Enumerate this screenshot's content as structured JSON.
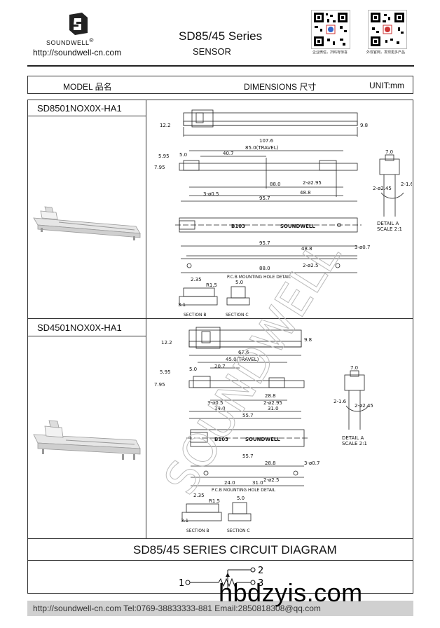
{
  "header": {
    "brand": "SOUNDWELL",
    "registered": "®",
    "url": "http://soundwell-cn.com",
    "series": "SD85/45 Series",
    "subtitle": "SENSOR",
    "qr_left_caption": "企业微信，扫码有惊喜",
    "qr_right_caption": "外观官网，发现更多产品"
  },
  "table_header": {
    "model": "MODEL 品名",
    "dimensions": "DIMENSIONS 尺寸",
    "unit": "UNIT:mm"
  },
  "models": [
    {
      "name": "SD8501NOX0X-HA1",
      "dims": {
        "overall": "107.6",
        "travel": "85.0(TRAVEL)",
        "d1": "40.7",
        "d2": "88.0",
        "d3": "48.8",
        "d4": "95.7",
        "hole1": "2-ø2.95",
        "hole2": "3-ø0.5",
        "h1": "12.2",
        "h2": "9.8",
        "h3": "7.95",
        "h4": "5.95",
        "w1": "5.0",
        "detail_w": "7.0",
        "detail_hole": "2-ø2.45",
        "detail_side": "2-1.6",
        "detail_label": "DETAIL A",
        "detail_scale": "SCALE 2:1",
        "pcb_95": "95.7",
        "pcb_488": "48.8",
        "pcb_88": "88.0",
        "pcb_hole": "2-ø2.5",
        "pcb_pin": "3-ø0.7",
        "pcb_label": "P.C.B MOUNTING HOLE DETAIL",
        "slider_left": "B103",
        "slider_right": "SOUNDWELL",
        "sec_b": "SECTION B",
        "sec_c": "SECTION C",
        "sb1": "2.35",
        "sb2": "R1.5",
        "sb3": "3.1",
        "sc1": "5.0"
      }
    },
    {
      "name": "SD4501NOX0X-HA1",
      "dims": {
        "overall": "67.6",
        "travel": "45.0(TRAVEL)",
        "d1": "20.7",
        "d2": "28.8",
        "d3": "31.0",
        "d4": "55.7",
        "d5": "24.0",
        "hole1": "2-ø2.95",
        "hole2": "3-ø0.5",
        "h1": "12.2",
        "h2": "9.8",
        "h3": "7.95",
        "h4": "5.95",
        "w1": "5.0",
        "detail_w": "7.0",
        "detail_hole": "2-ø2.45",
        "detail_side": "2-1.6",
        "detail_label": "DETAIL A",
        "detail_scale": "SCALE 2:1",
        "pcb_557": "55.7",
        "pcb_288": "28.8",
        "pcb_24": "24.0",
        "pcb_31": "31.0",
        "pcb_hole": "2-ø2.5",
        "pcb_pin": "3-ø0.7",
        "pcb_label": "P.C.B MOUNTING HOLE DETAIL",
        "slider_left": "B103",
        "slider_right": "SOUNDWELL",
        "sec_b": "SECTION B",
        "sec_c": "SECTION C",
        "sb1": "2.35",
        "sb2": "R1.5",
        "sb3": "3.1",
        "sc1": "5.0"
      }
    }
  ],
  "circuit": {
    "title": "SD85/45 SERIES CIRCUIT DIAGRAM",
    "pin1": "1",
    "pin2": "2",
    "pin3": "3"
  },
  "footer": {
    "text": "http://soundwell-cn.com   Tel:0769-38833333-881   Email:2850818308@qq.com"
  },
  "watermark": {
    "diagonal": "SOUNDWELL",
    "site": "hbdzyis.com"
  }
}
